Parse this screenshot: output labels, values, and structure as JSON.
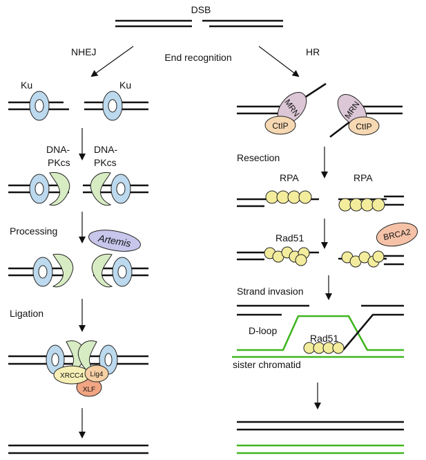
{
  "title": "DSB",
  "center_label": "End recognition",
  "pathways": {
    "left": "NHEJ",
    "right": "HR"
  },
  "nhej": {
    "ku": "Ku",
    "dna_pkcs_line1": "DNA-",
    "dna_pkcs_line2": "PKcs",
    "processing": "Processing",
    "artemis": "Artemis",
    "ligation": "Ligation",
    "xrcc4": "XRCC4",
    "lig4": "Lig4",
    "xlf": "XLF"
  },
  "hr": {
    "mrn": "MRN",
    "ctip": "CtIP",
    "resection": "Resection",
    "rpa": "RPA",
    "rad51": "Rad51",
    "brca2": "BRCA2",
    "strand_invasion": "Strand invasion",
    "dloop": "D-loop",
    "sister": "sister chromatid"
  },
  "colors": {
    "ku": "#bcd9ee",
    "dna_pkcs": "#d8ecc4",
    "mrn": "#dcc7d6",
    "ctip": "#f6d8b2",
    "rpa_rad51": "#f3ec9c",
    "artemis": "#c9c6ec",
    "brca2": "#f5c2a8",
    "sister_chromatid": "#3fb51f"
  }
}
